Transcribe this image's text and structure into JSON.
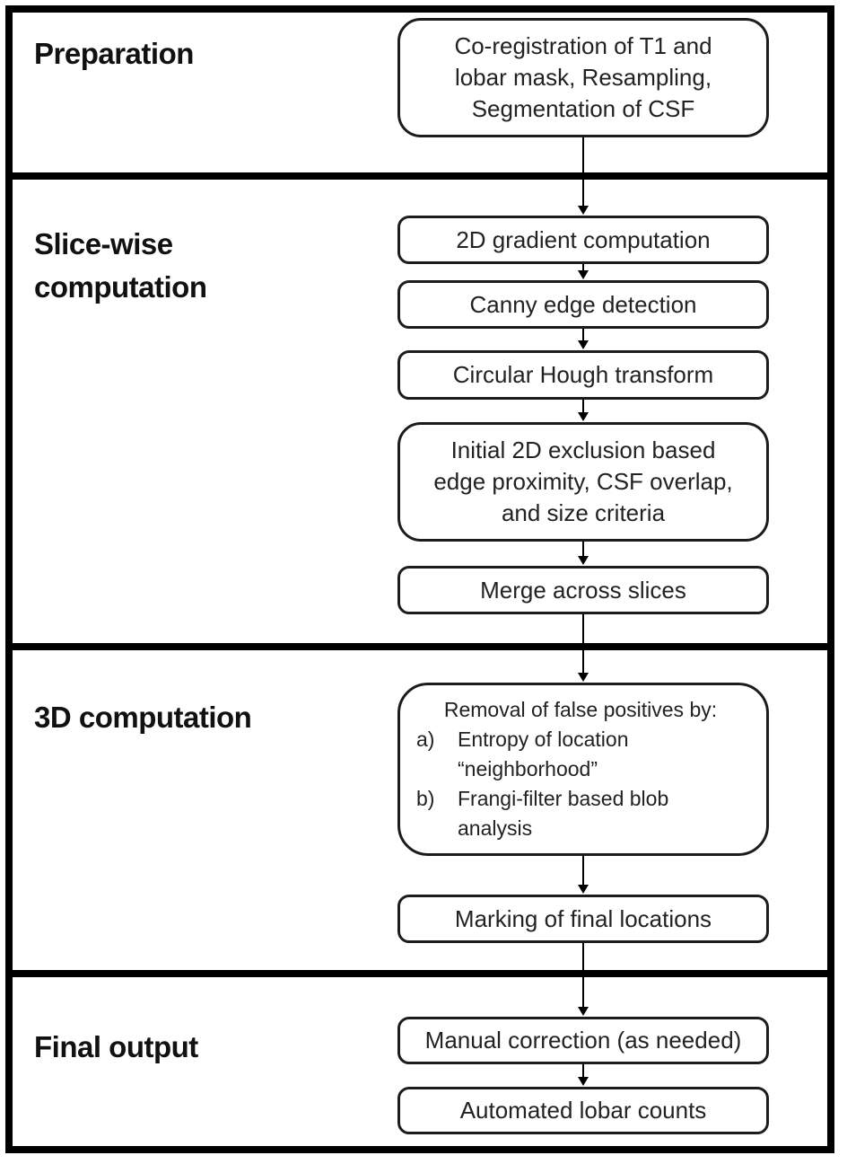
{
  "figure": {
    "type": "flowchart",
    "background": "#ffffff",
    "frame_color": "#000000",
    "box_border_color": "#1c1c1c",
    "text_color": "#222222"
  },
  "sections": [
    {
      "id": "preparation",
      "label": "Preparation"
    },
    {
      "id": "slice_wise",
      "label": "Slice-wise\ncomputation"
    },
    {
      "id": "three_d",
      "label": "3D computation"
    },
    {
      "id": "final_output",
      "label": "Final output"
    }
  ],
  "boxes": {
    "coregistration": {
      "text": "Co-registration of T1 and\nlobar mask, Resampling,\nSegmentation of CSF"
    },
    "gradient": {
      "label": "2D gradient computation"
    },
    "canny": {
      "label": "Canny edge detection"
    },
    "hough": {
      "label": "Circular Hough transform"
    },
    "exclusion": {
      "text": "Initial 2D exclusion based\nedge proximity, CSF overlap,\nand size criteria"
    },
    "merge": {
      "label": "Merge across slices"
    },
    "removal": {
      "title": "Removal of false positives by:",
      "items": [
        {
          "marker": "a)",
          "text": "Entropy of location\n“neighborhood”"
        },
        {
          "marker": "b)",
          "text": "Frangi-filter based blob\nanalysis"
        }
      ]
    },
    "marking": {
      "label": "Marking of final locations"
    },
    "manual": {
      "label": "Manual correction (as needed)"
    },
    "automated": {
      "label": "Automated lobar counts"
    }
  }
}
